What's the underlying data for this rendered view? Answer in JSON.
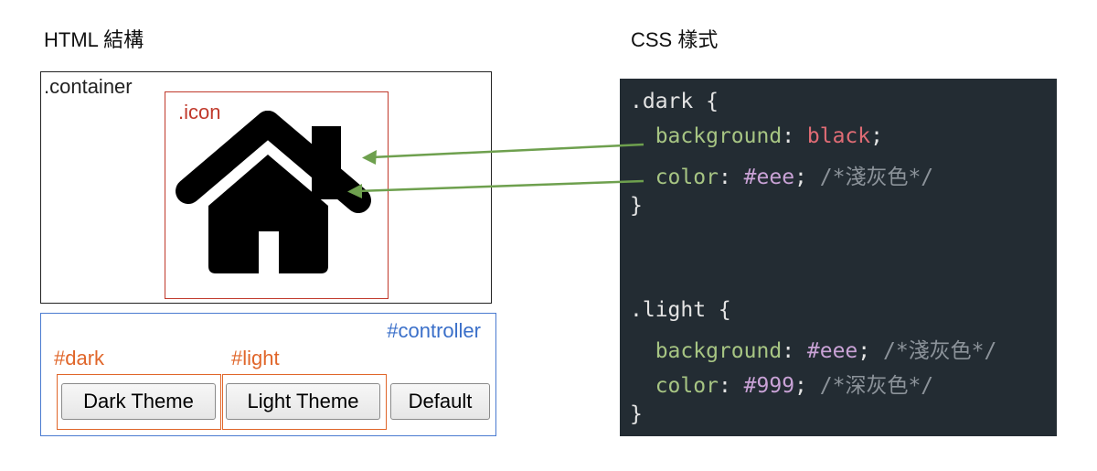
{
  "headings": {
    "html": "HTML 結構",
    "css": "CSS 樣式"
  },
  "diagram": {
    "container_label": ".container",
    "icon_label": ".icon",
    "icon_name": "house-icon",
    "controller_label": "#controller",
    "dark_id_label": "#dark",
    "light_id_label": "#light",
    "buttons": {
      "dark": "Dark Theme",
      "light": "Light Theme",
      "default": "Default"
    }
  },
  "code": {
    "dark": {
      "open": ".dark {",
      "background_prop": "background",
      "background_value": "black",
      "color_prop": "color",
      "color_value": "#eee",
      "color_comment": "/*淺灰色*/",
      "close": "}"
    },
    "light": {
      "open": ".light {",
      "background_prop": "background",
      "background_value": "#eee",
      "background_comment": "/*淺灰色*/",
      "color_prop": "color",
      "color_value": "#999",
      "color_comment": "/*深灰色*/",
      "close": "}"
    }
  },
  "colors": {
    "code_background": "#232c33",
    "property": "#a7c583",
    "keyword": "#e06c75",
    "number": "#c9a2d6",
    "comment": "#8c939a",
    "arrow": "#6ea04e",
    "icon_border": "#c0392b",
    "controller_border": "#4a7bd0",
    "id_label": "#e0662a"
  }
}
